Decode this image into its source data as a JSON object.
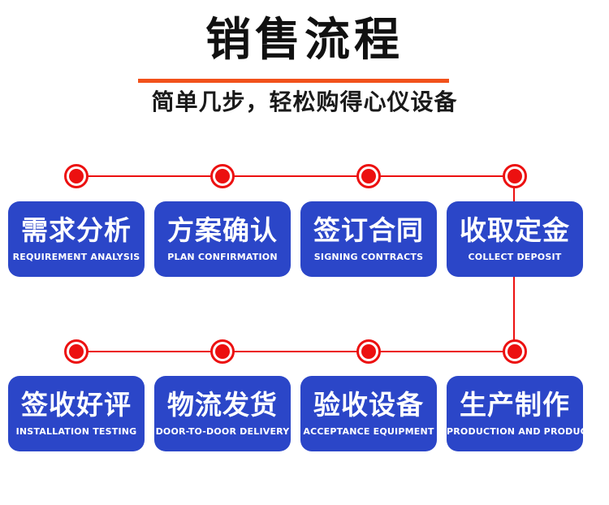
{
  "header": {
    "title": "销售流程",
    "subtitle": "简单几步，轻松购得心仪设备"
  },
  "colors": {
    "box_blue": "#2b46c8",
    "connector_red": "#ec1010",
    "divider_orange": "#f2511b",
    "title_black": "#111111",
    "step_text_white": "#ffffff",
    "background": "#ffffff"
  },
  "flow": {
    "rows": [
      {
        "steps": [
          {
            "zh": "需求分析",
            "en": "REQUIREMENT ANALYSIS"
          },
          {
            "zh": "方案确认",
            "en": "PLAN CONFIRMATION"
          },
          {
            "zh": "签订合同",
            "en": "SIGNING CONTRACTS"
          },
          {
            "zh": "收取定金",
            "en": "COLLECT DEPOSIT"
          }
        ]
      },
      {
        "steps": [
          {
            "zh": "签收好评",
            "en": "INSTALLATION TESTING"
          },
          {
            "zh": "物流发货",
            "en": "DOOR-TO-DOOR DELIVERY"
          },
          {
            "zh": "验收设备",
            "en": "ACCEPTANCE EQUIPMENT"
          },
          {
            "zh": "生产制作",
            "en": "PRODUCTION AND PRODUCTION"
          }
        ]
      }
    ]
  }
}
